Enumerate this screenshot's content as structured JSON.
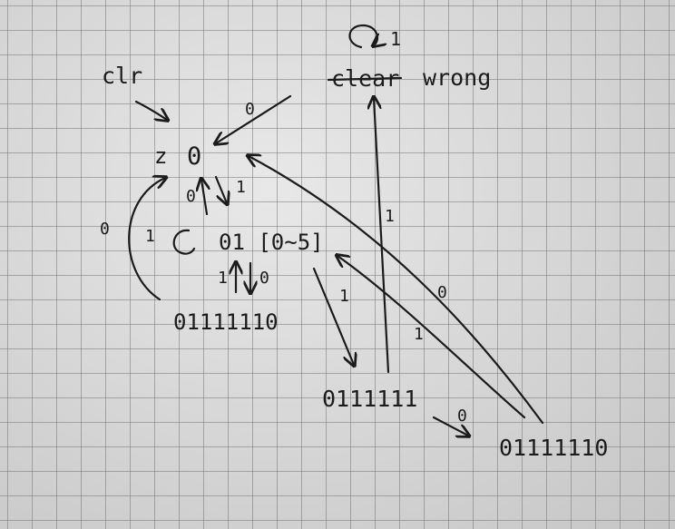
{
  "nodes": {
    "clr": "clr",
    "clear": "clear",
    "wrong": "wrong",
    "zero_state": "0",
    "zero_state_prefix": "z",
    "ones_counter": "01 [0~5]",
    "detect_pattern": "01111110",
    "six_ones": "0111111",
    "seven_ones": "01111110"
  },
  "edge_labels": {
    "wrong_self_loop": "1",
    "to_zero_top": "0",
    "zero_down_1": "1",
    "counter_up_0": "0",
    "left_loop_0": "0",
    "counter_self_loop_1": "1",
    "detect_up_1": "1",
    "detect_down_0": "0",
    "counter_to_six_1": "1",
    "six_to_wrong_1": "1",
    "six_to_counter_1": "1",
    "seven_to_zero_0": "0",
    "six_to_seven_0": "0"
  },
  "colors": {
    "ink": "#1b1b1b",
    "paper": "#dcdcdc",
    "grid": "#8a8a8a"
  }
}
